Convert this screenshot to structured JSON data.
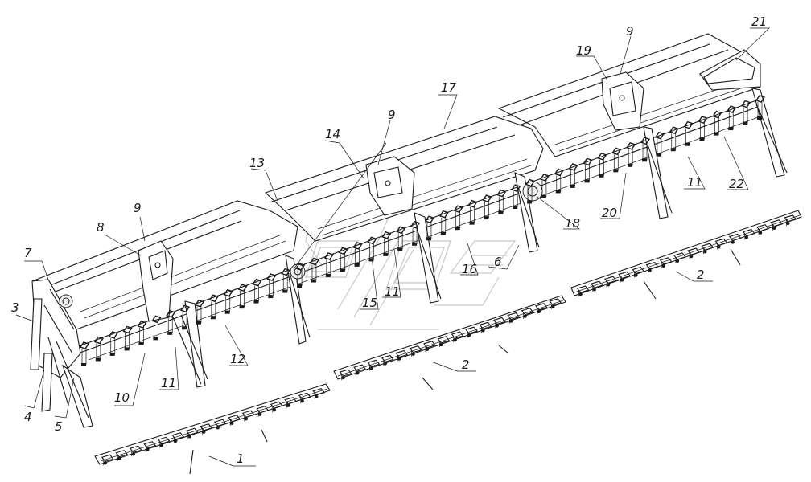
{
  "callouts": {
    "c1": "1",
    "c2a": "2",
    "c2b": "2",
    "c3": "3",
    "c4": "4",
    "c5": "5",
    "c6": "6",
    "c7": "7",
    "c8": "8",
    "c9a": "9",
    "c9b": "9",
    "c9c": "9",
    "c10": "10",
    "c11a": "11",
    "c11b": "11",
    "c11c": "11",
    "c12": "12",
    "c13": "13",
    "c14": "14",
    "c15": "15",
    "c16": "16",
    "c17": "17",
    "c18": "18",
    "c19": "19",
    "c20": "20",
    "c21": "21",
    "c22": "22"
  },
  "colors": {
    "line": "#1a1a1a",
    "watermark": "#c8c8c8",
    "background": "#ffffff"
  }
}
